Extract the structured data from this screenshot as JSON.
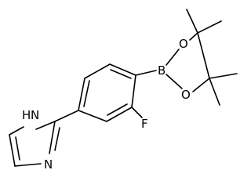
{
  "molecule": {
    "atom_labels": {
      "nh": "H",
      "nh_n": "N",
      "n": "N",
      "f": "F",
      "b": "B",
      "o_upper": "O",
      "o_lower": "O"
    },
    "colors": {
      "bond": "#000000",
      "label": "#000000",
      "background": "#ffffff"
    }
  }
}
